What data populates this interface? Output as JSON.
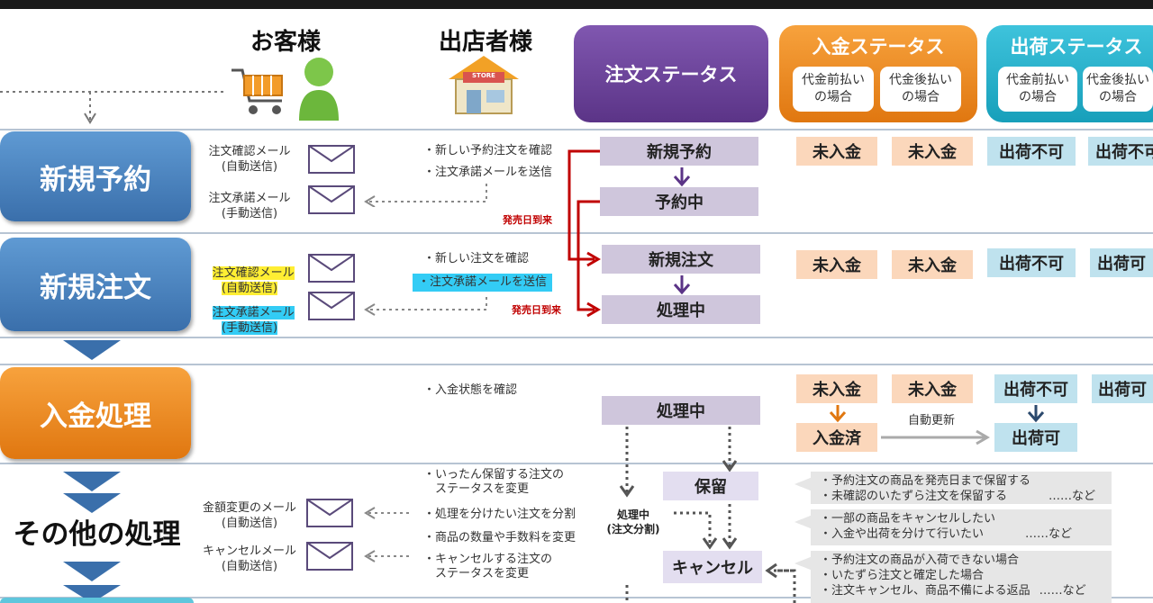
{
  "headers": {
    "customer": "お客様",
    "store": "出店者様",
    "store_sign": "STORE",
    "order_status": "注文ステータス",
    "payment_status": "入金ステータス",
    "shipping_status": "出荷ステータス",
    "prepay": "代金前払い\nの場合",
    "postpay": "代金後払い\nの場合"
  },
  "phases": {
    "reservation": "新規予約",
    "order": "新規注文",
    "payment": "入金処理",
    "other": "その他の処理"
  },
  "reservation": {
    "mail1": "注文確認メール\n(自動送信)",
    "mail2": "注文承諾メール\n(手動送信)",
    "step1": "・新しい予約注文を確認",
    "step2": "・注文承諾メールを送信",
    "status1": "新規予約",
    "status2": "予約中",
    "pay_pre": "未入金",
    "pay_post": "未入金",
    "ship_pre": "出荷不可",
    "ship_post": "出荷不可",
    "release": "発売日到来"
  },
  "order": {
    "mail1": "注文確認メール\n(自動送信)",
    "mail2": "注文承諾メール\n(手動送信)",
    "step1": "・新しい注文を確認",
    "step2": "・注文承諾メールを送信",
    "status1": "新規注文",
    "status2": "処理中",
    "pay_pre": "未入金",
    "pay_post": "未入金",
    "ship_pre": "出荷不可",
    "ship_post": "出荷可",
    "release": "発売日到来"
  },
  "payment": {
    "step1": "・入金状態を確認",
    "status1": "処理中",
    "pay_pre": "未入金",
    "pay_post": "未入金",
    "ship_pre": "出荷不可",
    "ship_post": "出荷可",
    "paid": "入金済",
    "auto": "自動更新",
    "shippable": "出荷可"
  },
  "other": {
    "mail1": "金額変更のメール\n(自動送信)",
    "mail2": "キャンセルメール\n(自動送信)",
    "step1": "・いったん保留する注文の\n　ステータスを変更",
    "step2": "・処理を分けたい注文を分割",
    "step3": "・商品の数量や手数料を変更",
    "step4": "・キャンセルする注文の\n　ステータスを変更",
    "split": "処理中\n(注文分割)",
    "hold": "保留",
    "cancel": "キャンセル",
    "note1a": "・予約注文の商品を発売日まで保留する",
    "note1b": "・未確認のいたずら注文を保留する",
    "note1c": "……など",
    "note2a": "・一部の商品をキャンセルしたい",
    "note2b": "・入金や出荷を分けて行いたい",
    "note2c": "……など",
    "note3a": "・予約注文の商品が入荷できない場合",
    "note3b": "・いたずら注文と確定した場合",
    "note3c": "・注文キャンセル、商品不備による返品",
    "note3d": "……など"
  },
  "colors": {
    "phase_blue": "#3a6fab",
    "phase_orange": "#e07710",
    "order_status_purple": "#5b3487",
    "payment_box": "#fbd7bb",
    "shipping_box": "#bfe2ee",
    "order_box": "#cfc6dc",
    "red_arrow": "#c00000"
  }
}
